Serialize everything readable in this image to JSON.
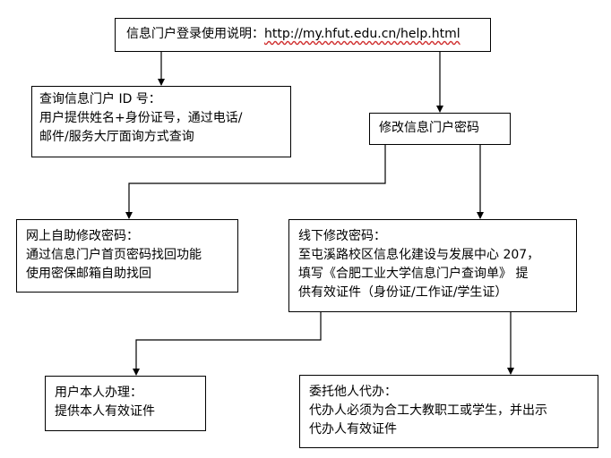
{
  "title_box": {
    "label": "信息门户登录使用说明：",
    "url": "http://my.hfut.edu.cn/help.html"
  },
  "query_box": {
    "lines": [
      "查询信息门户 ID 号：",
      "用户提供姓名+身份证号，通过电话/",
      "邮件/服务大厅面询方式查询"
    ]
  },
  "modify_box": {
    "label": "修改信息门户密码"
  },
  "online_box": {
    "lines": [
      "网上自助修改密码：",
      "通过信息门户首页密码找回功能",
      "使用密保邮箱自助找回"
    ]
  },
  "offline_box": {
    "lines": [
      "线下修改密码：",
      "至屯溪路校区信息化建设与发展中心 207，",
      "填写《合肥工业大学信息门户查询单》 提",
      "供有效证件（身份证/工作证/学生证）"
    ]
  },
  "self_box": {
    "lines": [
      "用户本人办理：",
      "提供本人有效证件"
    ]
  },
  "proxy_box": {
    "lines": [
      "委托他人代办：",
      "代办人必须为合工大教职工或学生，并出示",
      "代办人有效证件"
    ]
  }
}
